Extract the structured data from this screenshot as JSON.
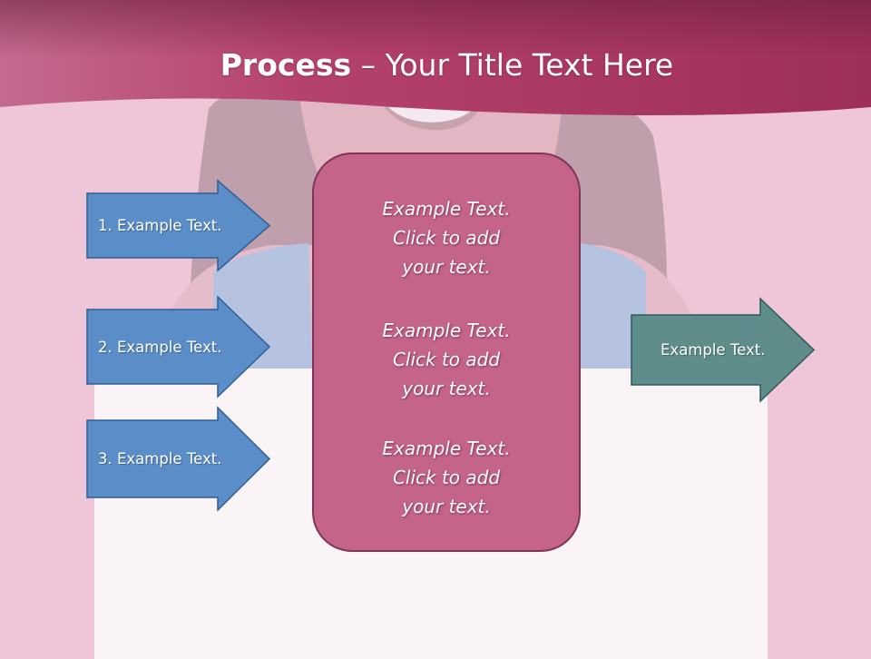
{
  "title": {
    "bold": "Process",
    "rest": " – Your Title Text Here"
  },
  "input_arrows": [
    {
      "label": "1. Example Text."
    },
    {
      "label": "2. Example Text."
    },
    {
      "label": "3. Example Text."
    }
  ],
  "center_box": {
    "blocks": [
      {
        "lines": [
          "Example Text.",
          "Click  to add",
          "your text."
        ]
      },
      {
        "lines": [
          "Example Text.",
          "Click  to add",
          "your text."
        ]
      },
      {
        "lines": [
          "Example Text.",
          "Click  to add",
          "your text."
        ]
      }
    ]
  },
  "output_arrow": {
    "label": "Example Text."
  },
  "colors": {
    "banner": "#a8375f",
    "input_arrow": "#5b8ec9",
    "output_arrow": "#5e8d8c",
    "center_box": "#c5648a"
  }
}
